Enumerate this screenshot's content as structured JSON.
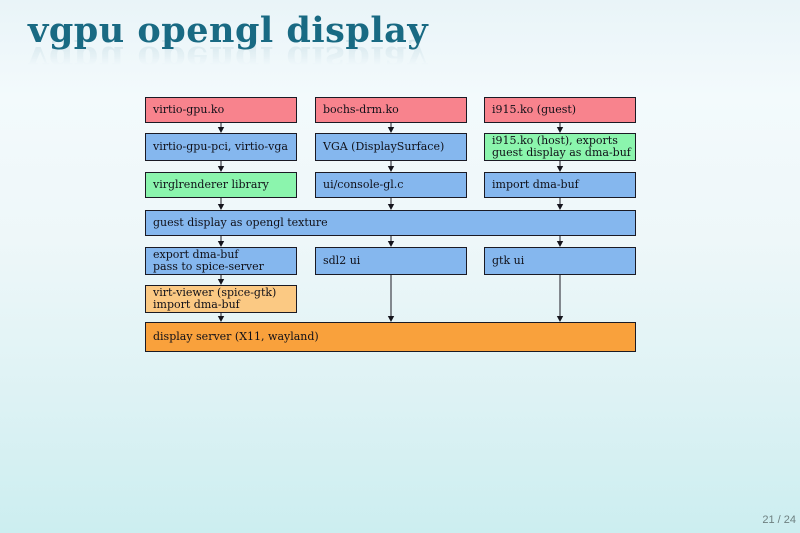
{
  "title": "vgpu opengl display",
  "page_indicator": "21 / 24",
  "colors": {
    "title": "#196a83",
    "box_text": "#101018",
    "border": "#1a1a24",
    "pink": "#f8838d",
    "blue": "#85b7ee",
    "green": "#8bf5ad",
    "peach": "#fbc983",
    "orange": "#f9a13c",
    "arrow": "#303038",
    "arrow_head": "#15151d",
    "page_number": "#6e8080",
    "bg_top": "#e9f4f8",
    "bg_mid": "#f3fafc",
    "bg_bottom": "#cceef0"
  },
  "diagram": {
    "boxes": [
      {
        "label": "virtio-gpu.ko"
      },
      {
        "label": "bochs-drm.ko"
      },
      {
        "label": "i915.ko (guest)"
      },
      {
        "label": "virtio-gpu-pci, virtio-vga"
      },
      {
        "label": "VGA (DisplaySurface)"
      },
      {
        "label": "i915.ko (host), exports\nguest display as dma-buf"
      },
      {
        "label": "virglrenderer library"
      },
      {
        "label": "ui/console-gl.c"
      },
      {
        "label": "import dma-buf"
      },
      {
        "label": "guest display as opengl texture"
      },
      {
        "label": "export dma-buf\npass to spice-server"
      },
      {
        "label": "sdl2 ui"
      },
      {
        "label": "gtk ui"
      },
      {
        "label": "virt-viewer (spice-gtk)\nimport dma-buf"
      },
      {
        "label": "display server (X11, wayland)"
      }
    ]
  }
}
